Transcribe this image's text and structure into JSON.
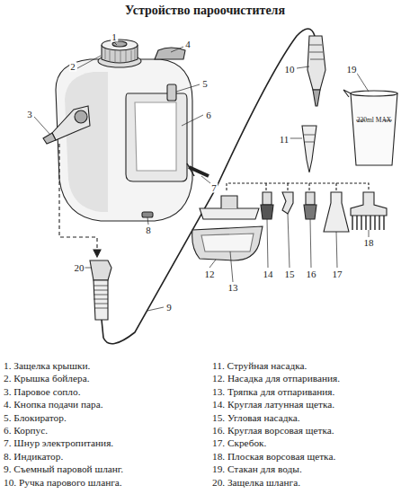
{
  "diagram": {
    "title": "Устройство пароочистителя",
    "labels": [
      "1",
      "2",
      "3",
      "4",
      "5",
      "6",
      "7",
      "8",
      "9",
      "10",
      "11",
      "12",
      "13",
      "14",
      "15",
      "16",
      "17",
      "18",
      "19",
      "20",
      "220ml MAX",
      "1. Защелка крышки.",
      "2. Крышка бойлера.",
      "3. Паровое сопло.",
      "4. Кнопка подачи пара.",
      "5. Блокиратор.",
      "6. Корпус.",
      "7. Шнур электропитания.",
      "8. Индикатор.",
      "9. Съемный паровой шланг.",
      "10. Ручка парового шланга.",
      "11. Струйная насадка.",
      "12. Насадка для отпаривания.",
      "13. Тряпка для отпаривания.",
      "14. Круглая латунная щетка.",
      "15. Угловая насадка.",
      "16. Круглая ворсовая щетка.",
      "17. Скребок.",
      "18. Плоская ворсовая щетка.",
      "19. Стакан для воды.",
      "20. Защелка шланга."
    ]
  }
}
